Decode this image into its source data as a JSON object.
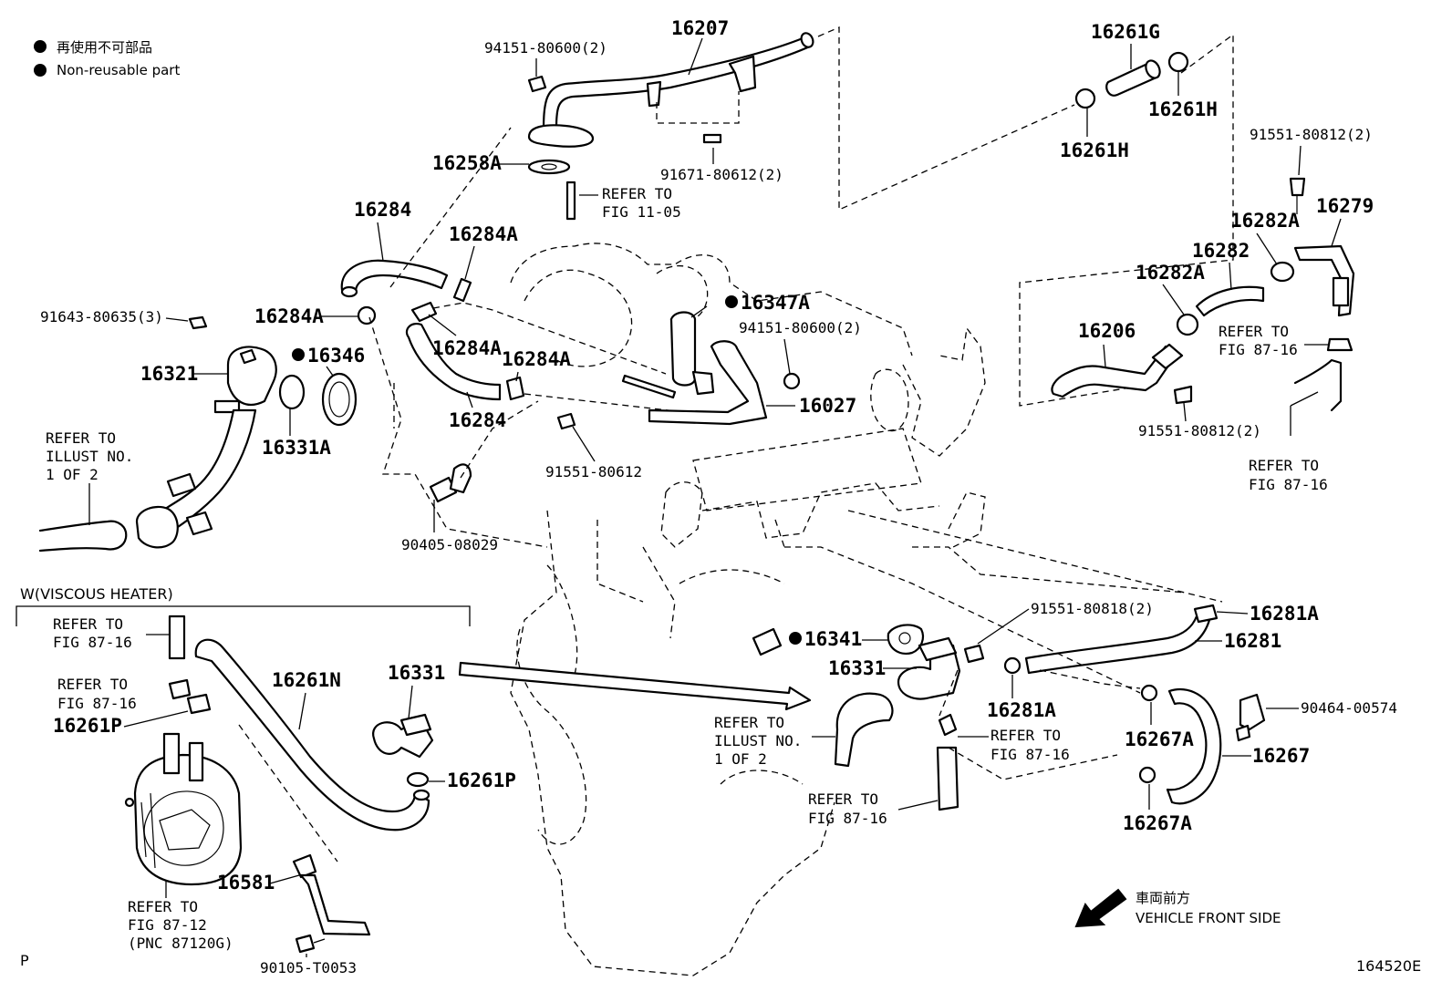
{
  "legend": {
    "marker": "●",
    "jp": "再使用不可部品",
    "en": "Non-reusable part"
  },
  "parts": {
    "p16207": "16207",
    "p94151_80600_top": "94151-80600(2)",
    "p16258A": "16258A",
    "p91671": "91671-80612(2)",
    "refer_fig_11_05": [
      "REFER TO",
      "FIG 11-05"
    ],
    "p16261G": "16261G",
    "p16261H_right": "16261H",
    "p16261H_left": "16261H",
    "p91551_80812_top": "91551-80812(2)",
    "p16279": "16279",
    "p16282A_top": "16282A",
    "p16282": "16282",
    "p16282A_mid": "16282A",
    "p16206": "16206",
    "refer_fig_87_16_a": [
      "REFER TO",
      "FIG 87-16"
    ],
    "p91551_80812_bottom": "91551-80812(2)",
    "refer_fig_87_16_b": [
      "REFER TO",
      "FIG 87-16"
    ],
    "p16284_top": "16284",
    "p16284A_top": "16284A",
    "p16284A_left": "16284A",
    "p16284A_mid": "16284A",
    "p16284A_right": "16284A",
    "p16284_bottom": "16284",
    "p91643": "91643-80635(3)",
    "p16321": "16321",
    "p16346": "16346",
    "p16331A": "16331A",
    "refer_illust_left": [
      "REFER TO",
      "ILLUST NO.",
      "1 OF 2"
    ],
    "p16347A": "16347A",
    "p94151_80600_mid": "94151-80600(2)",
    "p16027": "16027",
    "p91551_80612": "91551-80612",
    "p90405": "90405-08029",
    "viscous_heater": "W(VISCOUS HEATER)",
    "refer_fig_87_16_c": [
      "REFER TO",
      "FIG 87-16"
    ],
    "refer_fig_87_16_d": [
      "REFER TO",
      "FIG 87-16"
    ],
    "p16261P_left": "16261P",
    "p16261N": "16261N",
    "p16331_left": "16331",
    "p16261P_right": "16261P",
    "p16581": "16581",
    "refer_fig_87_12": [
      "REFER TO",
      "FIG 87-12",
      "(PNC 87120G)"
    ],
    "p90105": "90105-T0053",
    "p16341": "16341",
    "p16331_right": "16331",
    "p91551_80818": "91551-80818(2)",
    "p16281A_right": "16281A",
    "p16281": "16281",
    "p16281A_left": "16281A",
    "refer_illust_right": [
      "REFER TO",
      "ILLUST NO.",
      "1 OF 2"
    ],
    "refer_fig_87_16_e": [
      "REFER TO",
      "FIG 87-16"
    ],
    "refer_fig_87_16_f": [
      "REFER TO",
      "FIG 87-16"
    ],
    "p16267A_top": "16267A",
    "p16267A_bottom": "16267A",
    "p16267": "16267",
    "p90464": "90464-00574"
  },
  "front_side": {
    "jp": "車両前方",
    "en": "VEHICLE FRONT SIDE"
  },
  "corner_p": "P",
  "figure_id": "164520E"
}
